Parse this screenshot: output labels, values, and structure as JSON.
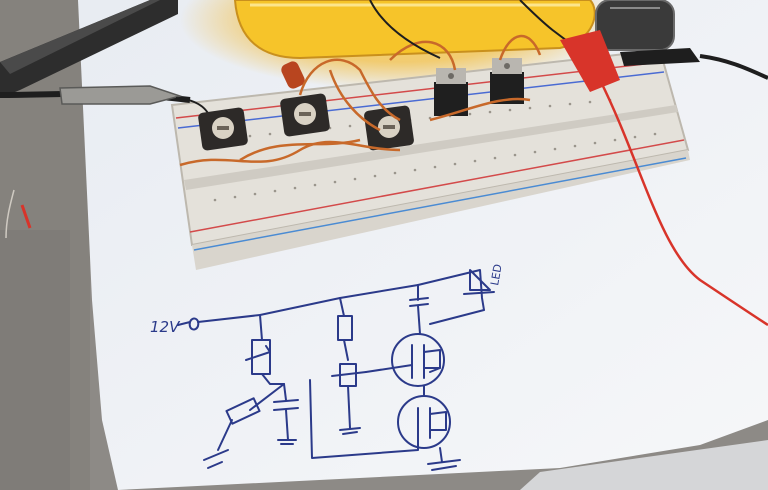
{
  "photo": {
    "scene": "breadboard-circuit-and-hand-drawn-schematic",
    "colors": {
      "table": "#8d8a86",
      "paper": "#f2f3f5",
      "breadboard": "#e9e7e2",
      "led_strip": "#f6c42a",
      "ink": "#2b3a8a",
      "red_wire": "#d8342a",
      "orange_wire": "#c8692a",
      "black_wire": "#1e1e1e"
    },
    "schematic": {
      "supply_label": "12V",
      "led_label": "LED"
    },
    "components": {
      "trimpots": 3,
      "mosfets": 2,
      "electrolytic_capacitor": 1
    }
  }
}
